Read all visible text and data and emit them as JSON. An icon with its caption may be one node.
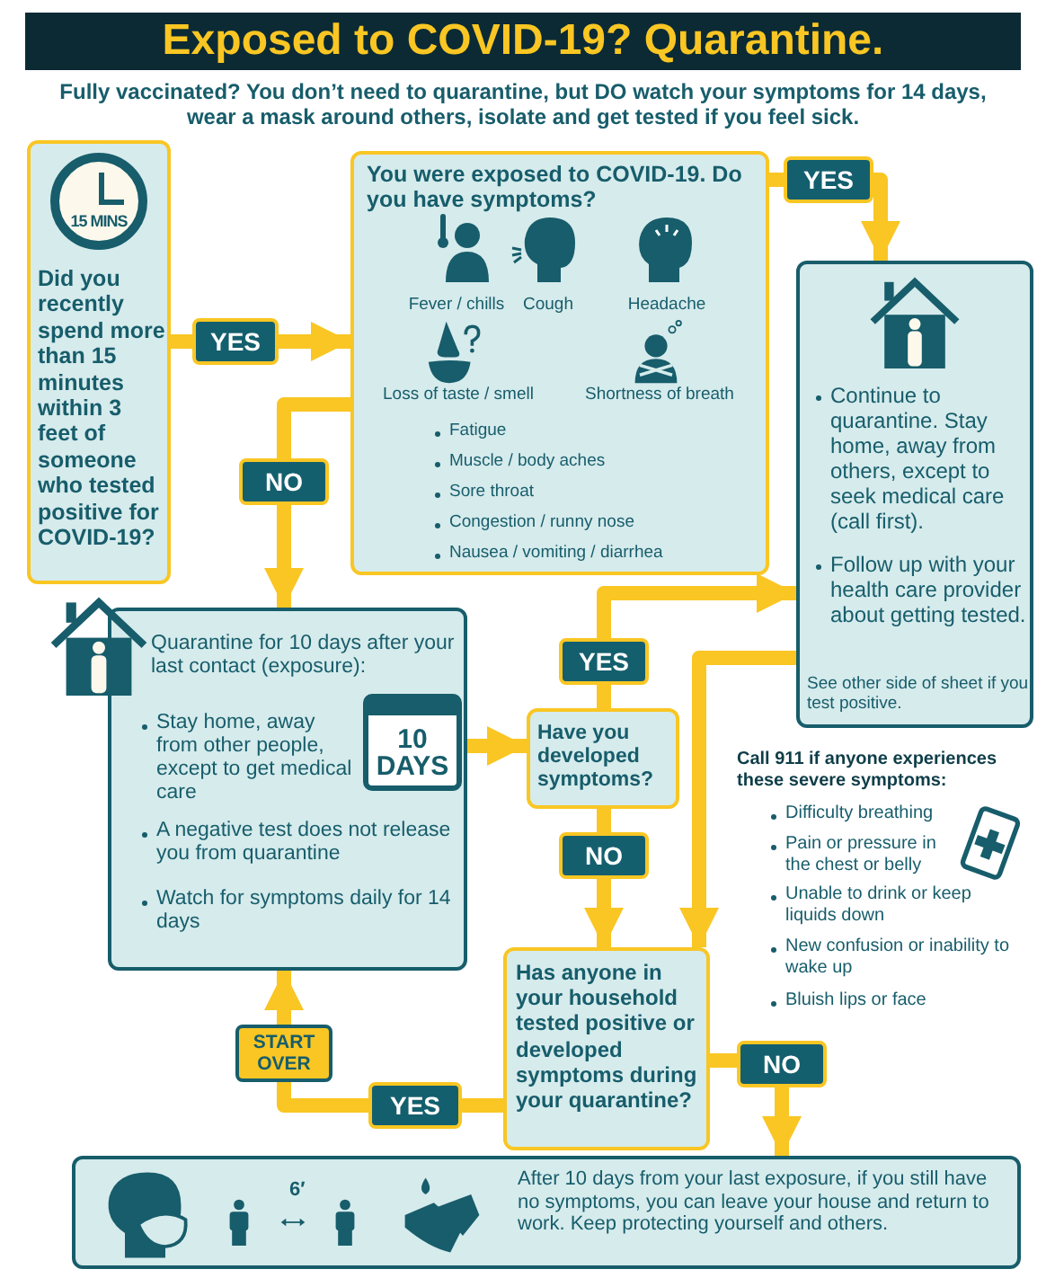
{
  "diagram": {
    "title": "Exposed to COVID-19? Quarantine.",
    "nodes": [
      {
        "text": [
          "15 MINS",
          "Did you recently spend more than 15 minutes within 3 feet of someone who tested positive for COVID-19?"
        ]
      },
      {
        "text": [
          "You were exposed to COVID-19. Do you have symptoms?",
          "Fever / chills",
          "Cough",
          "Headache",
          "Loss of taste / smell",
          "Shortness of breath",
          "Fatigue",
          "Muscle / body aches",
          "Sore throat",
          "Congestion / runny nose",
          "Nausea / vomiting / diarrhea"
        ]
      },
      {
        "text": [
          "Continue to quarantine. Stay home, away from others, except to seek medical care (call first).",
          "Follow up with your health care provider about getting tested.",
          "See other side of sheet if you test positive."
        ]
      },
      {
        "text": [
          "Quarantine for 10 days after your last contact (exposure):",
          "10 DAYS",
          "Stay home, away from other people, except to get medical care",
          "A negative test does not release you from quarantine",
          "Watch for symptoms daily for 14 days"
        ]
      },
      {
        "text": [
          "Have you developed symptoms?"
        ]
      },
      {
        "text": [
          "Has anyone in your household tested positive or developed symptoms during your quarantine?"
        ]
      },
      {
        "text": [
          "6′",
          "After 10 days from your last exposure, if you still have no symptoms, you can leave your house and return to work. Keep protecting yourself and others."
        ]
      }
    ],
    "edges": [
      {
        "from": 0,
        "to": 1,
        "arrow": "to",
        "label": "YES"
      },
      {
        "from": 1,
        "to": 2,
        "arrow": "to",
        "label": "YES"
      },
      {
        "from": 1,
        "to": 3,
        "arrow": "to",
        "label": "NO"
      },
      {
        "from": 3,
        "to": 4,
        "arrow": "to"
      },
      {
        "from": 4,
        "to": 2,
        "arrow": "to",
        "label": "YES"
      },
      {
        "from": 4,
        "to": 5,
        "arrow": "to",
        "label": "NO"
      },
      {
        "from": 5,
        "to": 3,
        "arrow": "to",
        "label": "YES"
      },
      {
        "from": 5,
        "to": 6,
        "arrow": "to",
        "label": "NO"
      },
      {
        "from": 2,
        "to": 5,
        "arrow": "to"
      }
    ],
    "labels": [
      "Fully vaccinated? You don’t need to quarantine, but DO watch your symptoms for 14 days, wear a mask around others, isolate and get tested if you feel sick.",
      "START OVER",
      "Call 911 if anyone experiences these severe symptoms:",
      "Difficulty breathing",
      "Pain or pressure in the chest or belly",
      "Unable to drink or keep liquids down",
      "New confusion or inability to wake up",
      "Bluish lips or face"
    ]
  }
}
